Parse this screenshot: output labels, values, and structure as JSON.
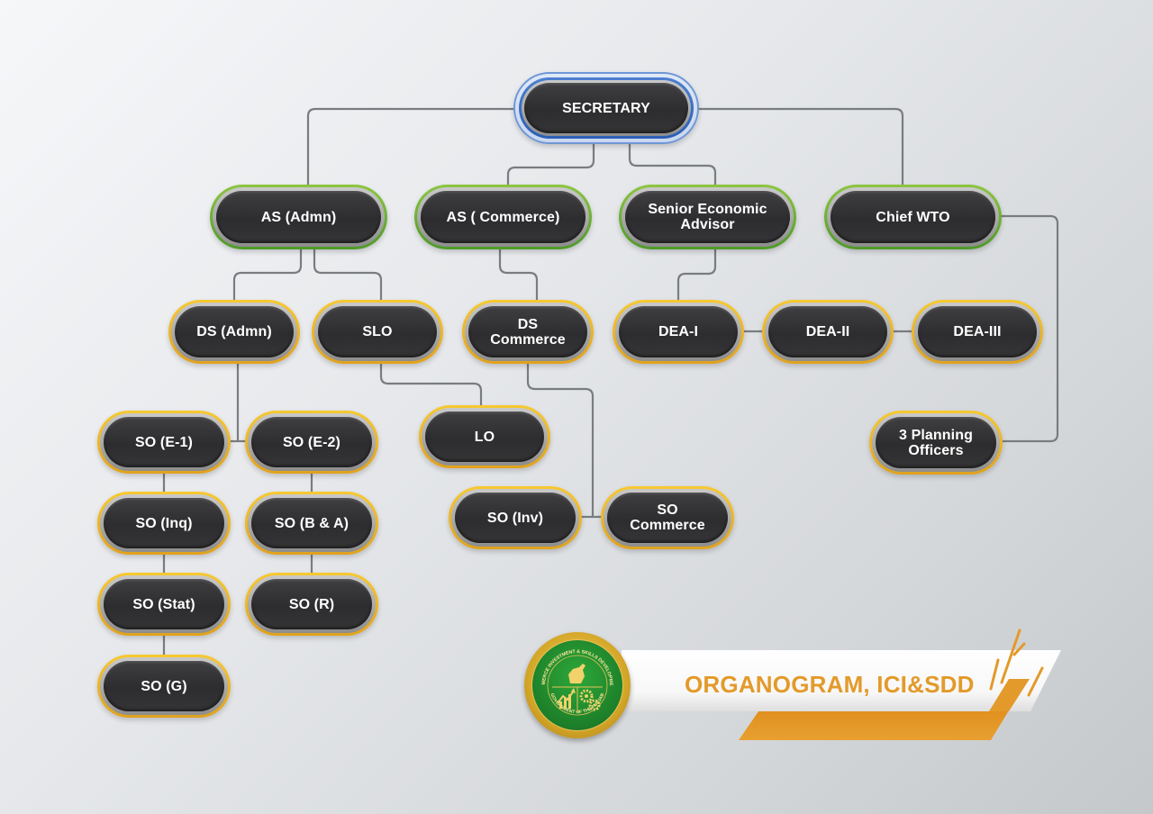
{
  "title": "ORGANOGRAM, ICI&SDD",
  "emblem": {
    "name": "department-emblem",
    "ring_text_top": "INDUSTRIES COMMERCE INVESTMENT & SKILLS DEVELOPMENT DEPARTMENT",
    "ring_text_bottom": "GOVERNMENT OF THE PUNJAB"
  },
  "colors": {
    "background_light": "#f6f7f9",
    "background_dark": "#c5c8cb",
    "pill_fill": "#333335",
    "connector": "#7a7d80",
    "tier_top_ring": "#3f6fc4",
    "tier_2_ring": "#6bb236",
    "tier_3_ring": "#f0b523",
    "title_orange": "#e39a2a",
    "emblem_green": "#1d7f29",
    "emblem_gold": "#d6a829"
  },
  "nodes": {
    "secretary": {
      "label": "SECRETARY",
      "tier": "blue"
    },
    "as_admn": {
      "label": "AS (Admn)",
      "tier": "green"
    },
    "as_commerce": {
      "label": "AS ( Commerce)",
      "tier": "green"
    },
    "sea": {
      "label": "Senior Economic\nAdvisor",
      "tier": "green"
    },
    "chief_wto": {
      "label": "Chief WTO",
      "tier": "green"
    },
    "ds_admn": {
      "label": "DS (Admn)",
      "tier": "gold"
    },
    "slo": {
      "label": "SLO",
      "tier": "gold"
    },
    "ds_commerce": {
      "label": "DS\nCommerce",
      "tier": "gold"
    },
    "dea_1": {
      "label": "DEA-I",
      "tier": "gold"
    },
    "dea_2": {
      "label": "DEA-II",
      "tier": "gold"
    },
    "dea_3": {
      "label": "DEA-III",
      "tier": "gold"
    },
    "so_e1": {
      "label": "SO (E-1)",
      "tier": "gold"
    },
    "so_e2": {
      "label": "SO (E-2)",
      "tier": "gold"
    },
    "lo": {
      "label": "LO",
      "tier": "gold"
    },
    "planning": {
      "label": "3 Planning\nOfficers",
      "tier": "gold"
    },
    "so_inq": {
      "label": "SO (Inq)",
      "tier": "gold"
    },
    "so_ba": {
      "label": "SO (B & A)",
      "tier": "gold"
    },
    "so_inv": {
      "label": "SO (Inv)",
      "tier": "gold"
    },
    "so_commerce": {
      "label": "SO\nCommerce",
      "tier": "gold"
    },
    "so_stat": {
      "label": "SO (Stat)",
      "tier": "gold"
    },
    "so_r": {
      "label": "SO (R)",
      "tier": "gold"
    },
    "so_g": {
      "label": "SO (G)",
      "tier": "gold"
    }
  },
  "edges": [
    [
      "secretary",
      "as_admn"
    ],
    [
      "secretary",
      "as_commerce"
    ],
    [
      "secretary",
      "sea"
    ],
    [
      "secretary",
      "chief_wto"
    ],
    [
      "as_admn",
      "ds_admn"
    ],
    [
      "as_admn",
      "slo"
    ],
    [
      "as_commerce",
      "ds_commerce"
    ],
    [
      "sea",
      "dea_1"
    ],
    [
      "dea_1",
      "dea_2"
    ],
    [
      "dea_2",
      "dea_3"
    ],
    [
      "chief_wto",
      "planning"
    ],
    [
      "ds_admn",
      "so_e1"
    ],
    [
      "ds_admn",
      "so_e2"
    ],
    [
      "so_e1",
      "so_inq"
    ],
    [
      "so_inq",
      "so_stat"
    ],
    [
      "so_stat",
      "so_g"
    ],
    [
      "so_e2",
      "so_ba"
    ],
    [
      "so_ba",
      "so_r"
    ],
    [
      "slo",
      "lo"
    ],
    [
      "ds_commerce",
      "so_inv"
    ],
    [
      "ds_commerce",
      "so_commerce"
    ]
  ]
}
